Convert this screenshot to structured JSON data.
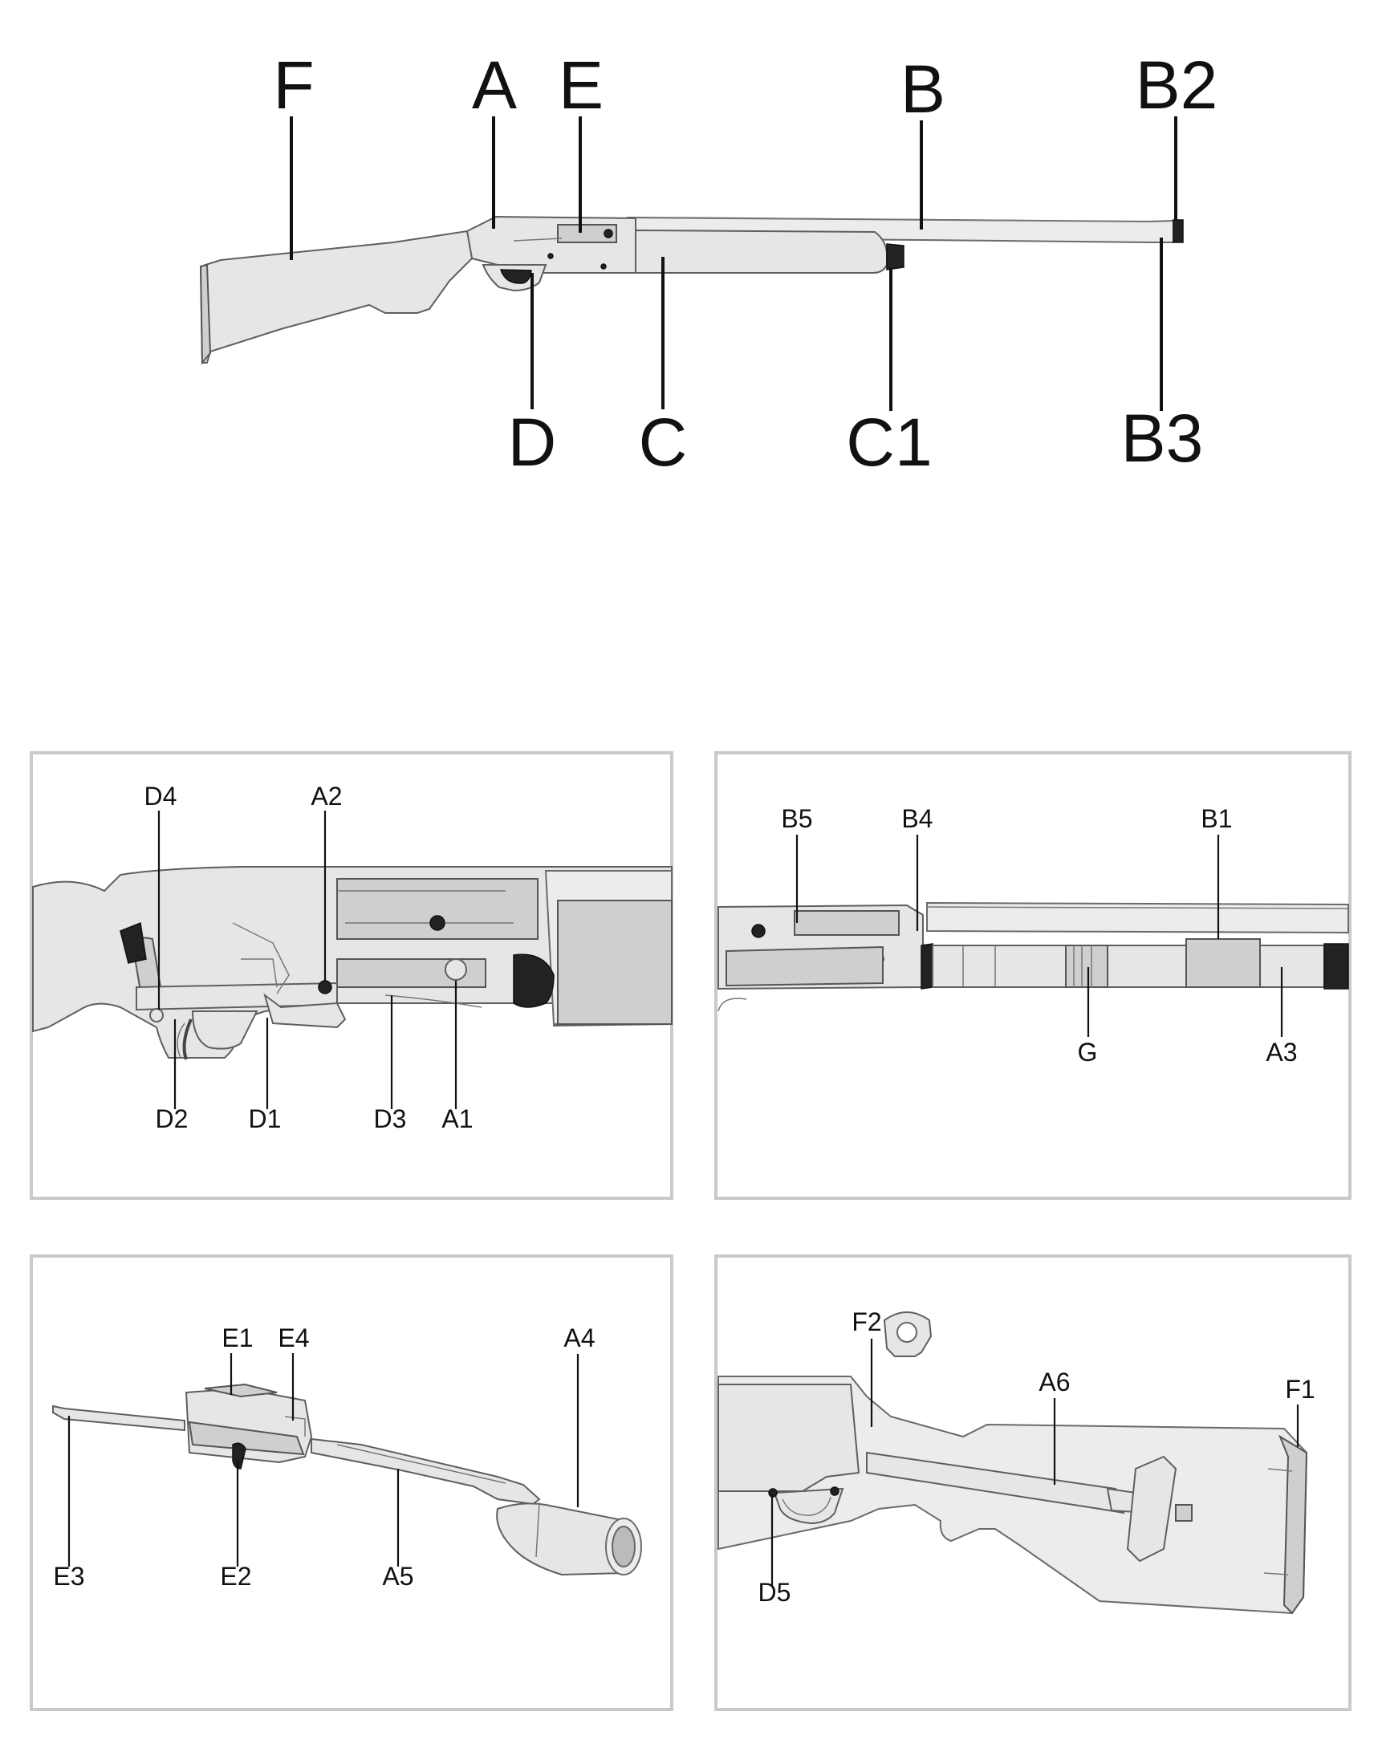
{
  "main_diagram": {
    "labels_top": [
      "F",
      "A",
      "E",
      "B",
      "B2"
    ],
    "labels_bottom": [
      "D",
      "C",
      "C1",
      "B3"
    ]
  },
  "panels": [
    {
      "name": "action",
      "labels": [
        "D4",
        "A2",
        "D2",
        "D1",
        "D3",
        "A1"
      ]
    },
    {
      "name": "magazine",
      "labels": [
        "B5",
        "B4",
        "B1",
        "G",
        "A3"
      ]
    },
    {
      "name": "bolt",
      "labels": [
        "E1",
        "E4",
        "A4",
        "E3",
        "E2",
        "A5"
      ]
    },
    {
      "name": "stock",
      "labels": [
        "F2",
        "A6",
        "F1",
        "D5"
      ]
    }
  ],
  "colors": {
    "part_fill": "#e6e6e6",
    "outline": "#5f5f5f",
    "panel_border": "#c9c9c9"
  }
}
